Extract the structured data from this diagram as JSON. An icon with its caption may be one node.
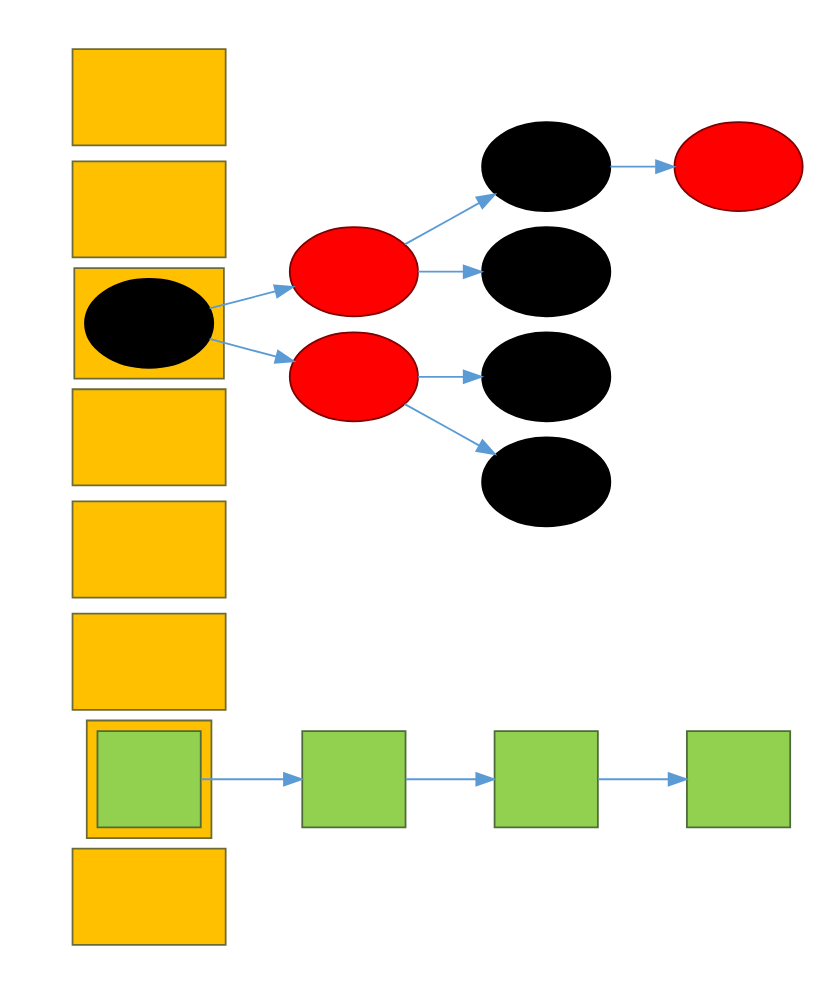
{
  "diagram": {
    "nodes": [
      {
        "text": [],
        "shape": "box"
      },
      {
        "text": [],
        "shape": "box"
      },
      {
        "text": [],
        "shape": "box"
      },
      {
        "text": [],
        "shape": "box"
      },
      {
        "text": [],
        "shape": "box"
      },
      {
        "text": [],
        "shape": "box"
      },
      {
        "text": [],
        "shape": "box"
      },
      {
        "text": [],
        "shape": "box"
      },
      {
        "text": [],
        "shape": "box",
        "in": 1
      },
      {
        "text": [],
        "shape": "box"
      },
      {
        "text": [],
        "shape": "box"
      },
      {
        "text": [],
        "shape": "box"
      },
      {
        "text": [],
        "shape": "ellipse",
        "in": 5
      },
      {
        "text": [],
        "shape": "ellipse"
      },
      {
        "text": [],
        "shape": "ellipse"
      },
      {
        "text": [],
        "shape": "ellipse"
      },
      {
        "text": [],
        "shape": "ellipse"
      },
      {
        "text": [],
        "shape": "ellipse"
      },
      {
        "text": [],
        "shape": "ellipse"
      },
      {
        "text": [],
        "shape": "ellipse"
      }
    ],
    "edges": [
      {
        "from": 8,
        "to": 9,
        "arrow": "to"
      },
      {
        "from": 9,
        "to": 10,
        "arrow": "to"
      },
      {
        "from": 10,
        "to": 11,
        "arrow": "to"
      },
      {
        "from": 12,
        "to": 13,
        "arrow": "to"
      },
      {
        "from": 12,
        "to": 14,
        "arrow": "to"
      },
      {
        "from": 13,
        "to": 15,
        "arrow": "to"
      },
      {
        "from": 13,
        "to": 16,
        "arrow": "to"
      },
      {
        "from": 14,
        "to": 17,
        "arrow": "to"
      },
      {
        "from": 14,
        "to": 18,
        "arrow": "to"
      },
      {
        "from": 15,
        "to": 19,
        "arrow": "to"
      }
    ]
  }
}
